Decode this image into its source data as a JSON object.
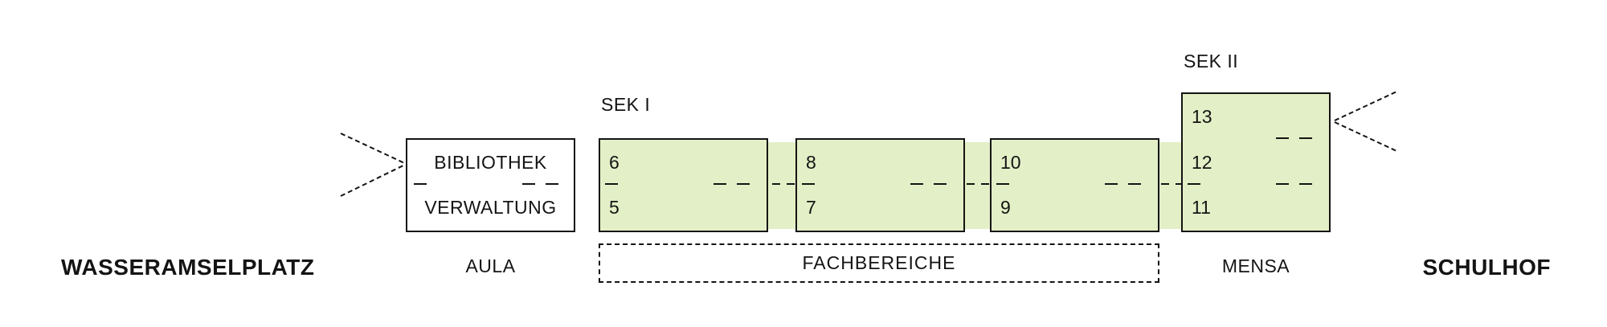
{
  "colors": {
    "green": "#e3efc6",
    "line": "#141414",
    "bg": "#ffffff"
  },
  "site": {
    "left_label": "WASSERAMSELPLATZ",
    "right_label": "SCHULHOF"
  },
  "admin_block": {
    "top_room": "BIBLIOTHEK",
    "bottom_room": "VERWALTUNG",
    "caption": "AULA"
  },
  "sek1": {
    "label": "SEK I",
    "blocks": [
      [
        "6",
        "5"
      ],
      [
        "8",
        "7"
      ],
      [
        "10",
        "9"
      ]
    ]
  },
  "sek2": {
    "label": "SEK II",
    "rooms": [
      "13",
      "12",
      "11"
    ],
    "caption": "MENSA"
  },
  "zones": {
    "fachbereiche": "FACHBEREICHE"
  }
}
